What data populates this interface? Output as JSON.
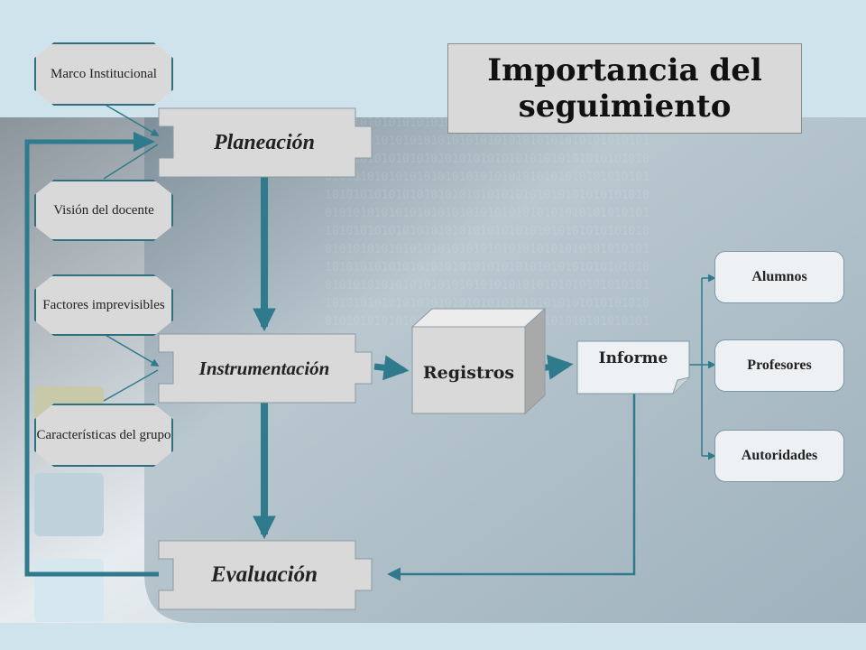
{
  "title": "Importancia del seguimiento",
  "factors": [
    {
      "id": "marco",
      "label": "Marco Institucional"
    },
    {
      "id": "vision",
      "label": "Visión del docente"
    },
    {
      "id": "factores",
      "label": "Factores imprevisibles"
    },
    {
      "id": "caracteristicas",
      "label": "Características del grupo"
    }
  ],
  "steps": {
    "planeacion": "Planeación",
    "instrumentacion": "Instrumentación",
    "evaluacion": "Evaluación"
  },
  "registros": "Registros",
  "informe": "Informe",
  "recipients": [
    {
      "id": "alumnos",
      "label": "Alumnos"
    },
    {
      "id": "profesores",
      "label": "Profesores"
    },
    {
      "id": "autoridades",
      "label": "Autoridades"
    }
  ],
  "colors": {
    "connector": "#2f7a8c",
    "box_fill": "#d9d9d9",
    "border": "#2f6f80"
  }
}
